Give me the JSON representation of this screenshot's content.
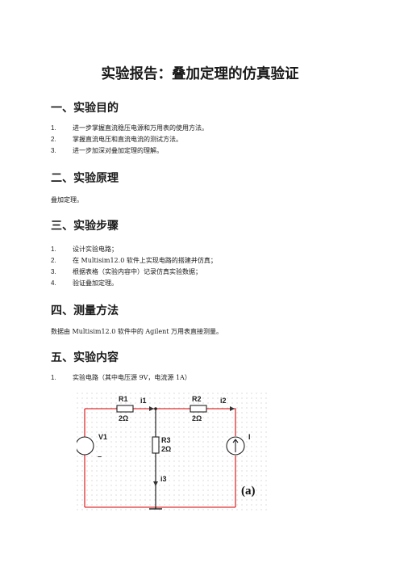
{
  "title": "实验报告：叠加定理的仿真验证",
  "sections": [
    {
      "heading": "一、实验目的",
      "items": [
        {
          "num": "1.",
          "text": "进一步掌握直流稳压电源和万用表的使用方法。"
        },
        {
          "num": "2.",
          "text": "掌握直流电压和直流电流的测试方法。"
        },
        {
          "num": "3.",
          "text": "进一步加深对叠加定理的理解。"
        }
      ]
    },
    {
      "heading": "二、实验原理",
      "paragraph": "叠加定理。"
    },
    {
      "heading": "三、实验步骤",
      "items": [
        {
          "num": "1.",
          "text": "设计实验电路；"
        },
        {
          "num": "2.",
          "text": "在 Multisim12.0 软件上实现电路的搭建并仿真；"
        },
        {
          "num": "3.",
          "text": "根据表格（实验内容中）记录仿真实验数据；"
        },
        {
          "num": "4.",
          "text": "验证叠加定理。"
        }
      ]
    },
    {
      "heading": "四、测量方法",
      "paragraph": "数据由 Multisim12.0 软件中的 Agilent 万用表直接测量。"
    },
    {
      "heading": "五、实验内容",
      "items": [
        {
          "num": "1.",
          "text": "实验电路（其中电压源 9V，电流源 1A）"
        }
      ]
    }
  ],
  "circuit": {
    "r1_name": "R1",
    "r1_value": "2Ω",
    "r2_name": "R2",
    "r2_value": "2Ω",
    "r3_name": "R3",
    "r3_value": "2Ω",
    "v1": "V1",
    "i_source": "I",
    "i1": "i1",
    "i2": "i2",
    "i3": "i3",
    "minus": "–",
    "fig_label": "(a)",
    "wire_color": "#e03030"
  }
}
